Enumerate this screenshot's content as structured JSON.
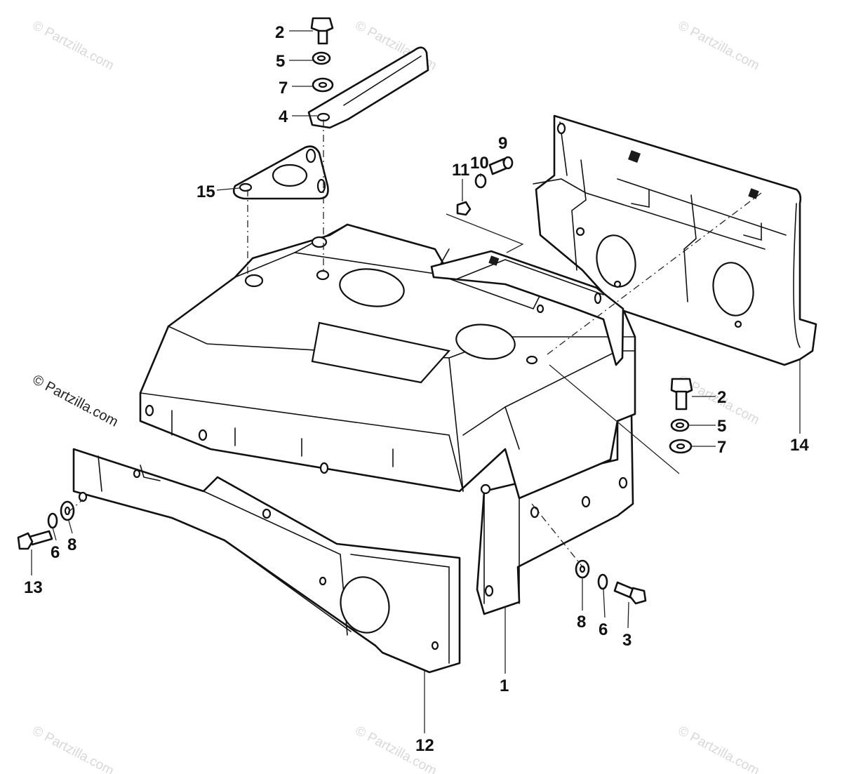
{
  "watermark": {
    "text": "© Partzilla.com"
  },
  "callouts": {
    "c1": "1",
    "c2a": "2",
    "c2b": "2",
    "c3": "3",
    "c4": "4",
    "c5a": "5",
    "c5b": "5",
    "c6a": "6",
    "c6b": "6",
    "c7a": "7",
    "c7b": "7",
    "c8a": "8",
    "c8b": "8",
    "c9": "9",
    "c10": "10",
    "c11": "11",
    "c12": "12",
    "c13": "13",
    "c14": "14",
    "c15": "15"
  }
}
